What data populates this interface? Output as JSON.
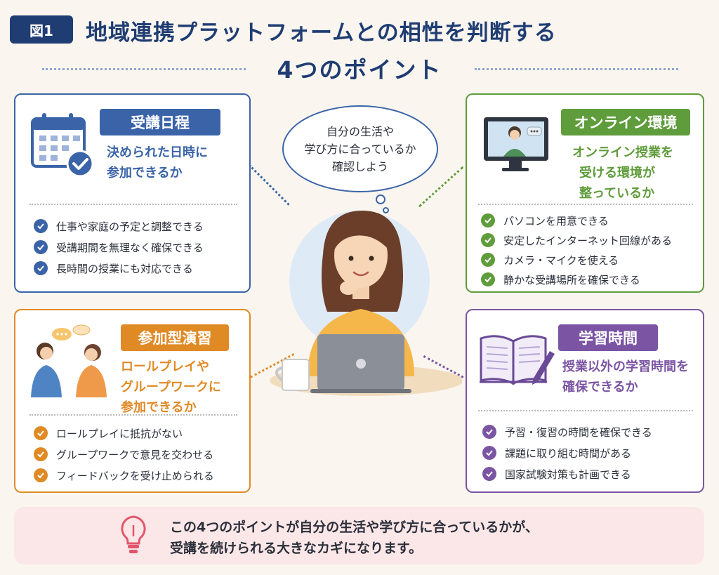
{
  "header": {
    "badge": "図1",
    "title_line1": "地域連携プラットフォームとの相性を判断する",
    "title_line2": "4つのポイント"
  },
  "center": {
    "bubble_lines": [
      "自分の生活や",
      "学び方に合っているか",
      "確認しよう"
    ]
  },
  "cards": {
    "schedule": {
      "tag": "受講日程",
      "sub_lines": [
        "決められた日時に",
        "参加できるか"
      ],
      "items": [
        "仕事や家庭の予定と調整できる",
        "受講期間を無理なく確保できる",
        "長時間の授業にも対応できる"
      ],
      "color": "#3b64a8"
    },
    "online": {
      "tag": "オンライン環境",
      "sub_lines": [
        "オンライン授業を",
        "受ける環境が",
        "整っているか"
      ],
      "items": [
        "パソコンを用意できる",
        "安定したインターネット回線がある",
        "カメラ・マイクを使える",
        "静かな受講場所を確保できる"
      ],
      "color": "#5f9c3b"
    },
    "participation": {
      "tag": "参加型演習",
      "sub_lines": [
        "ロールプレイや",
        "グループワークに",
        "参加できるか"
      ],
      "items": [
        "ロールプレイに抵抗がない",
        "グループワークで意見を交わせる",
        "フィードバックを受け止められる"
      ],
      "color": "#e08a25"
    },
    "study_time": {
      "tag": "学習時間",
      "sub_lines": [
        "授業以外の学習時間を",
        "確保できるか"
      ],
      "items": [
        "予習・復習の時間を確保できる",
        "課題に取り組む時間がある",
        "国家試験対策も計画できる"
      ],
      "color": "#7b55a3"
    }
  },
  "banner": {
    "line1": "この4つのポイントが自分の生活や学び方に合っているかが、",
    "line2": "受講を続けられる大きなカギになります。",
    "icon": "lightbulb-icon"
  }
}
